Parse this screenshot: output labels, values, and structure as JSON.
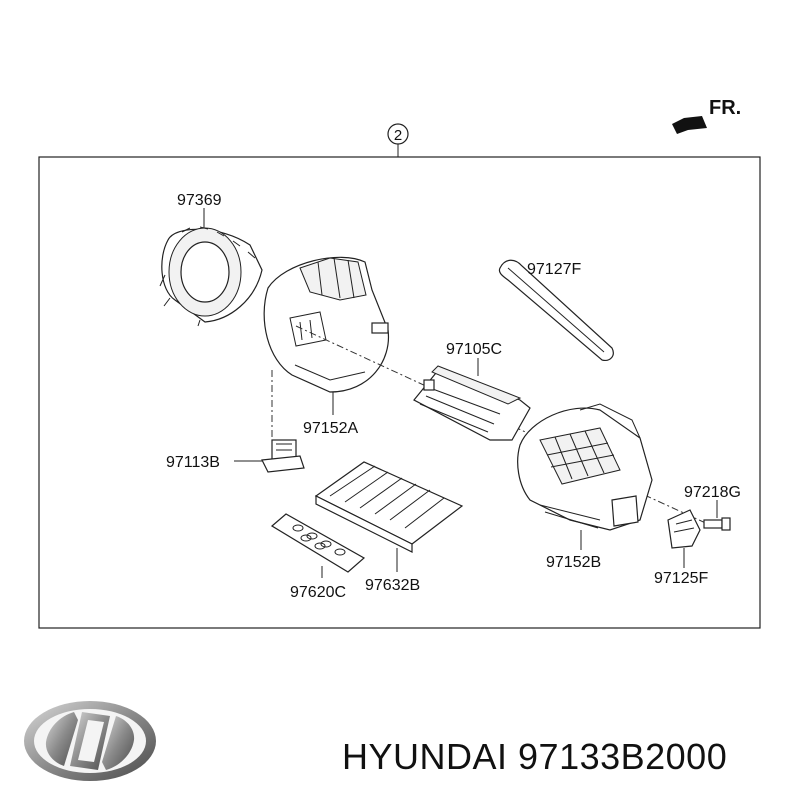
{
  "diagram": {
    "callout": "2",
    "direction_label": "FR.",
    "parts": {
      "p97369": "97369",
      "p97127F": "97127F",
      "p97105C": "97105C",
      "p97152A": "97152A",
      "p97113B": "97113B",
      "p97218G": "97218G",
      "p97152B": "97152B",
      "p97125F": "97125F",
      "p97620C": "97620C",
      "p97632B": "97632B"
    }
  },
  "brand": {
    "logo": "hyundai-logo",
    "text": "HYUNDAI 97133B2000"
  }
}
